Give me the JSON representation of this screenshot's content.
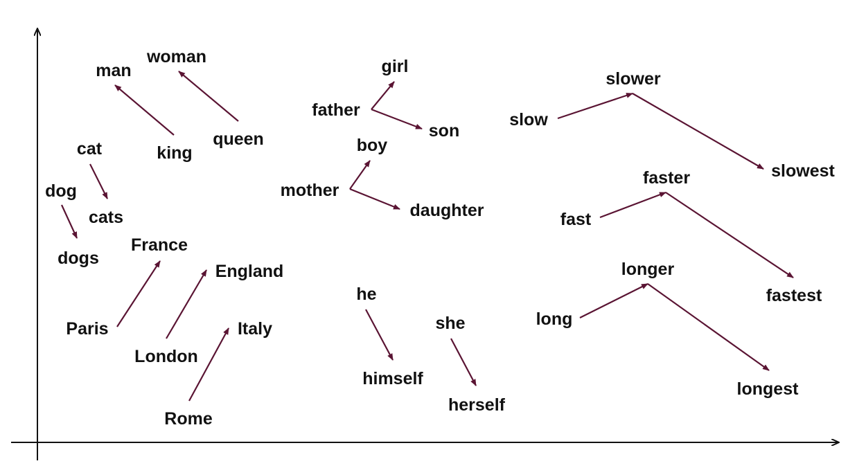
{
  "colors": {
    "arrow": "#5a1433",
    "axis": "#111111",
    "text": "#111111",
    "background": "#ffffff"
  },
  "words": {
    "man": "man",
    "woman": "woman",
    "king": "king",
    "queen": "queen",
    "cat": "cat",
    "cats": "cats",
    "dog": "dog",
    "dogs": "dogs",
    "france": "France",
    "england": "England",
    "italy": "Italy",
    "paris": "Paris",
    "london": "London",
    "rome": "Rome",
    "girl": "girl",
    "father": "father",
    "son": "son",
    "boy": "boy",
    "mother": "mother",
    "daughter": "daughter",
    "he": "he",
    "himself": "himself",
    "she": "she",
    "herself": "herself",
    "slow": "slow",
    "slower": "slower",
    "slowest": "slowest",
    "fast": "fast",
    "faster": "faster",
    "fastest": "fastest",
    "long": "long",
    "longer": "longer",
    "longest": "longest"
  }
}
